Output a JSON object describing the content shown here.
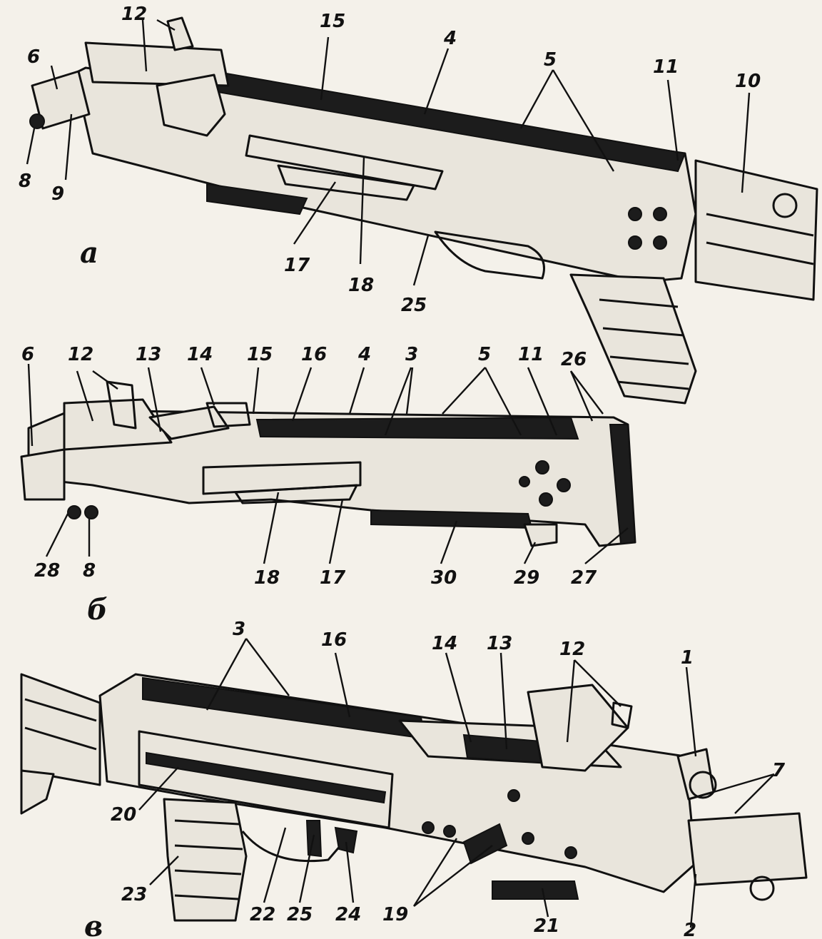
{
  "panels": [
    {
      "id": "a",
      "label": "а",
      "callouts": [
        "12",
        "15",
        "4",
        "5",
        "11",
        "10",
        "6",
        "8",
        "9",
        "17",
        "18",
        "25"
      ]
    },
    {
      "id": "b",
      "label": "б",
      "callouts": [
        "6",
        "12",
        "13",
        "14",
        "15",
        "16",
        "4",
        "3",
        "5",
        "11",
        "26",
        "28",
        "8",
        "18",
        "17",
        "30",
        "29",
        "27"
      ]
    },
    {
      "id": "c",
      "label": "в",
      "callouts": [
        "3",
        "16",
        "14",
        "13",
        "12",
        "1",
        "7",
        "20",
        "23",
        "22",
        "25",
        "24",
        "19",
        "21",
        "2"
      ]
    }
  ]
}
